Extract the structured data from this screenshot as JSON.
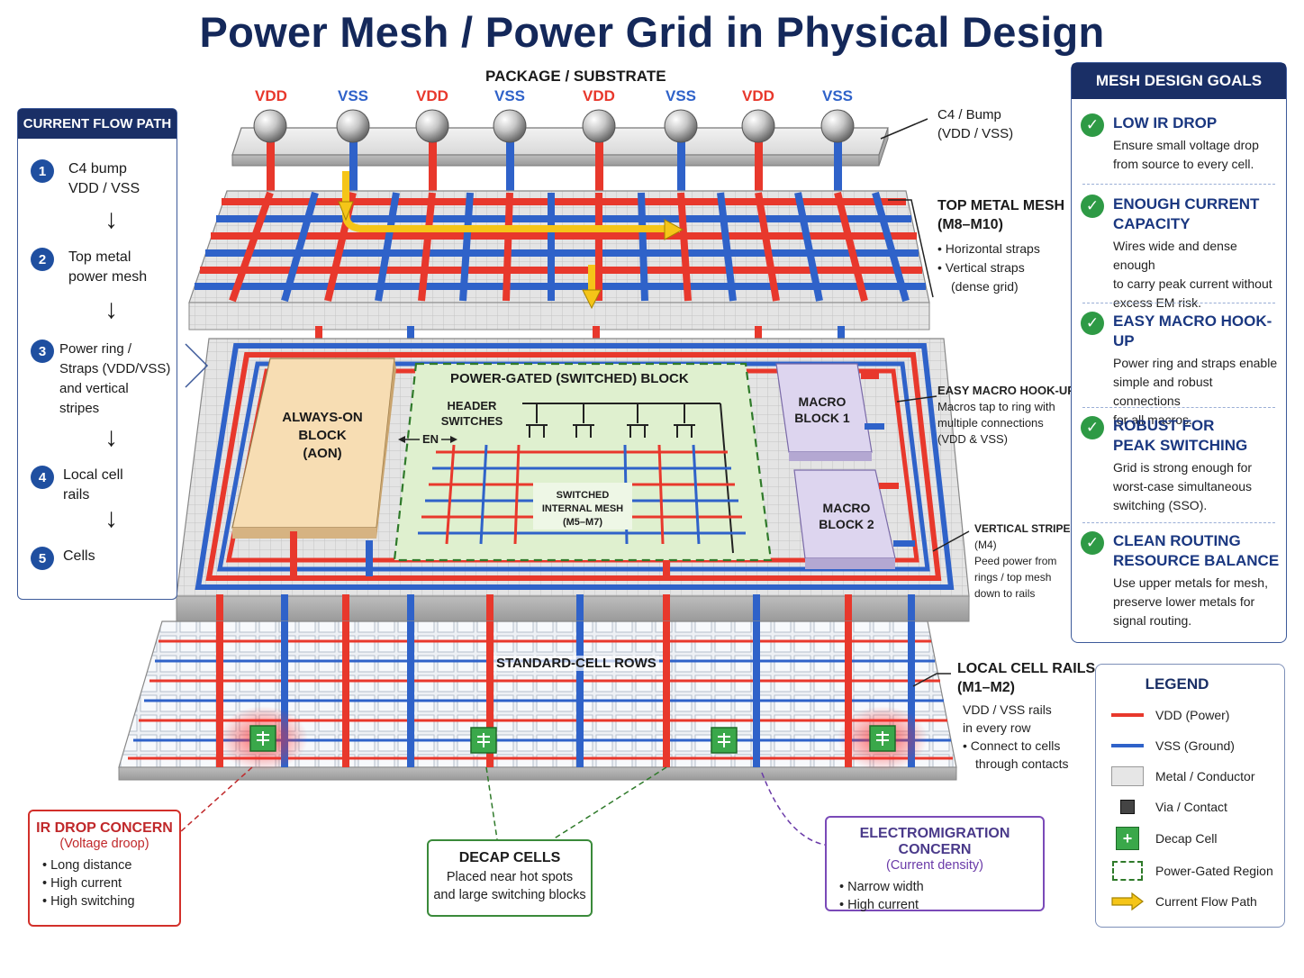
{
  "title": "Power Mesh / Power Grid in Physical Design",
  "package": {
    "label": "PACKAGE / SUBSTRATE",
    "bump_labels": [
      "VDD",
      "VSS",
      "VDD",
      "VSS",
      "VDD",
      "VSS",
      "VDD",
      "VSS"
    ],
    "c4_label_line1": "C4 / Bump",
    "c4_label_line2": "(VDD / VSS)"
  },
  "current_flow": {
    "header": "CURRENT FLOW PATH",
    "steps": [
      {
        "num": "1",
        "line1": "C4 bump",
        "line2": "VDD / VSS",
        "line3": "",
        "line4": ""
      },
      {
        "num": "2",
        "line1": "Top metal",
        "line2": "power mesh",
        "line3": "",
        "line4": ""
      },
      {
        "num": "3",
        "line1": "Power ring /",
        "line2": "Straps (VDD/VSS)",
        "line3": "and vertical",
        "line4": "stripes"
      },
      {
        "num": "4",
        "line1": "Local cell",
        "line2": "rails",
        "line3": "",
        "line4": ""
      },
      {
        "num": "5",
        "line1": "Cells",
        "line2": "",
        "line3": "",
        "line4": ""
      }
    ],
    "arrow": "↓"
  },
  "top_mesh": {
    "title1": "TOP METAL MESH",
    "title2": "(M8–M10)",
    "bullet1": "Horizontal straps",
    "bullet2": "Vertical straps",
    "bullet2b": "(dense grid)"
  },
  "core": {
    "aon1": "ALWAYS-ON",
    "aon2": "BLOCK",
    "aon3": "(AON)",
    "pg_title": "POWER-GATED (SWITCHED) BLOCK",
    "header1": "HEADER",
    "header2": "SWITCHES",
    "en": "EN",
    "internal1": "SWITCHED",
    "internal2": "INTERNAL MESH",
    "internal3": "(M5–M7)",
    "macro1a": "MACRO",
    "macro1b": "BLOCK 1",
    "macro2a": "MACRO",
    "macro2b": "BLOCK 2"
  },
  "macro_hookup": {
    "title": "EASY MACRO HOOK-UP",
    "l1": "Macros tap to ring with",
    "l2": "multiple connections",
    "l3": "(VDD & VSS)"
  },
  "vertical_stripes": {
    "title": "VERTICAL STRIPES",
    "t2": "(M4)",
    "l1": "Peed power from",
    "l2": "rings / top mesh",
    "l3": "down to rails"
  },
  "std_rows": {
    "label": "STANDARD-CELL ROWS"
  },
  "local_rails": {
    "title1": "LOCAL CELL RAILS",
    "title2": "(M1–M2)",
    "l1": "VDD / VSS rails",
    "l2": "in every row",
    "b1": "Connect to cells",
    "b1b": "through contacts"
  },
  "ir_drop": {
    "title": "IR DROP CONCERN",
    "subtitle": "(Voltage droop)",
    "bullets": [
      "Long distance",
      "High current",
      "High switching"
    ]
  },
  "decap": {
    "title": "DECAP CELLS",
    "l1": "Placed near hot spots",
    "l2": "and large switching blocks"
  },
  "em": {
    "title": "ELECTROMIGRATION CONCERN",
    "subtitle": "(Current density)",
    "bullets": [
      "Narrow width",
      "High current"
    ]
  },
  "goals": {
    "header": "MESH DESIGN GOALS",
    "items": [
      {
        "t1": "LOW IR DROP",
        "t2": "",
        "d1": "Ensure small voltage drop",
        "d2": "from source to every cell.",
        "d3": ""
      },
      {
        "t1": "ENOUGH CURRENT",
        "t2": "CAPACITY",
        "d1": "Wires wide and dense enough",
        "d2": "to carry peak current without",
        "d3": "excess EM risk."
      },
      {
        "t1": "EASY MACRO HOOK-UP",
        "t2": "",
        "d1": "Power ring and straps enable",
        "d2": "simple and robust connections",
        "d3": "for all macros."
      },
      {
        "t1": "ROBUST FOR",
        "t2": "PEAK SWITCHING",
        "d1": "Grid is strong enough for",
        "d2": "worst-case simultaneous",
        "d3": "switching (SSO)."
      },
      {
        "t1": "CLEAN ROUTING",
        "t2": "RESOURCE BALANCE",
        "d1": "Use upper metals for mesh,",
        "d2": "preserve lower metals for",
        "d3": "signal routing."
      }
    ]
  },
  "legend": {
    "title": "LEGEND",
    "items": [
      "VDD (Power)",
      "VSS  (Ground)",
      "Metal / Conductor",
      "Via / Contact",
      "Decap Cell",
      "Power-Gated Region",
      "Current Flow Path"
    ]
  },
  "colors": {
    "vdd": "#e8382c",
    "vss": "#2f62c9",
    "flow": "#f5c518",
    "pg_region": "#dff0cf",
    "aon": "#f7ddb3",
    "macro": "#ddd5ef",
    "navy": "#1a2f66"
  }
}
